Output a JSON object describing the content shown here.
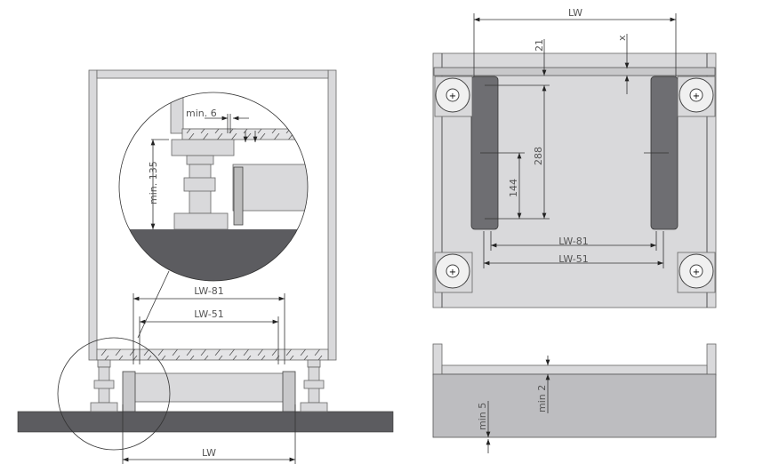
{
  "side_view": {
    "detail_labels": {
      "min_gap": "min. 6",
      "min_height": "min. 135"
    },
    "dim_outer": "LW-81",
    "dim_inner": "LW-51",
    "dim_width": "LW"
  },
  "top_view": {
    "dim_width": "LW",
    "dim_front": "21",
    "dim_x": "x",
    "dim_long": "288",
    "dim_short": "144",
    "dim_outer": "LW-81",
    "dim_inner": "LW-51"
  },
  "front_view": {
    "dim_top": "min 2",
    "dim_bottom": "min 5"
  },
  "colors": {
    "floor": "#5c5c60",
    "panel": "#d9d9db",
    "rail": "#6e6e72",
    "body": "#bdbdc0"
  }
}
